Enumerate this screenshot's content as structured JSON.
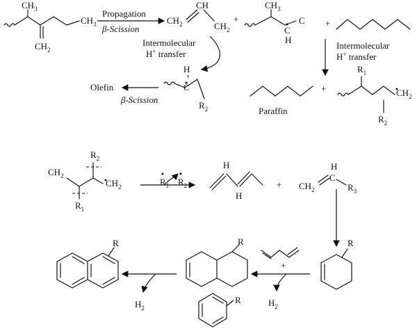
{
  "colors": {
    "ink": "#111111",
    "background": "#ffffff"
  },
  "labels": {
    "ch3_top_left": "CH",
    "ch3_top_left_sub": "3",
    "ch3_right": "CH",
    "ch3_right_sub": "3",
    "ch2_left": "CH",
    "ch2_left_sub": "2",
    "propagation": "Propagation",
    "beta_scission_1": "β-Scission",
    "allyl_ch2_left": "CH",
    "allyl_ch2_left_sub": "2",
    "allyl_ch": "CH",
    "allyl_ch2_right": "CH",
    "allyl_ch2_right_sub": "2",
    "plus_1": "+",
    "radical_ch3": "CH",
    "radical_ch3_sub": "3",
    "radical_c": "C",
    "radical_c2": "C",
    "radical_h": "H",
    "plus_2": "+",
    "intermolecular_1": "Intermolecular",
    "h_transfer_1": "H",
    "h_transfer_1_sup": "+",
    "h_transfer_1_rest": " transfer",
    "intermolecular_2": "Intermolecular",
    "h_transfer_2": "H",
    "h_transfer_2_sup": "+",
    "h_transfer_2_rest": " transfer",
    "olefin": "Olefin",
    "beta_scission_2": "β-Scission",
    "mid_h": "H",
    "mid_c": "C",
    "mid_r2": "R",
    "mid_r2_sub": "2",
    "r1_right": "R",
    "r1_right_sub": "1",
    "ch2_right": "CH",
    "ch2_right_sub": "2",
    "r2_right": "R",
    "r2_right_sub": "2",
    "plus_3": "+",
    "paraffin": "Paraffin",
    "ch2_b": "CH",
    "ch2_b_sub": "2",
    "r2_b": "R",
    "r2_b_sub": "2",
    "ch2_b2": "CH",
    "ch2_b2_sub": "2",
    "r1_b": "R",
    "r1_b_sub": "1",
    "r1_mid": "R",
    "r1_mid_sub": "1",
    "r2_mid": "R",
    "r2_mid_sub": "2",
    "h_diene_top": "H",
    "h_diene_bottom": "H",
    "plus_4": "+",
    "h_vinyl": "H",
    "ch2_vinyl": "CH",
    "ch2_vinyl_sub": "2",
    "c_vinyl": "C",
    "r3_vinyl": "R",
    "r3_vinyl_sub": "3",
    "r_cyclohexene": "R",
    "plus_5": "+",
    "h2_right": "H",
    "h2_right_sub": "2",
    "r_decalin": "R",
    "h2_left": "H",
    "h2_left_sub": "2",
    "r_naph": "R",
    "r_benzene": "R"
  }
}
